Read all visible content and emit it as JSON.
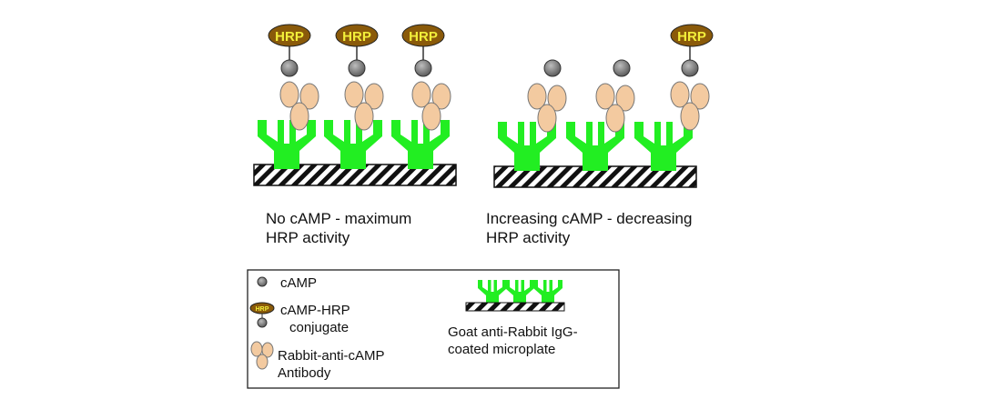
{
  "labels": {
    "hrp": "HRP"
  },
  "captions": {
    "left": [
      "No cAMP - maximum",
      "HRP activity"
    ],
    "right": [
      "Increasing cAMP - decreasing",
      "HRP activity"
    ]
  },
  "legend": {
    "camp": "cAMP",
    "conjugate": [
      "cAMP-HRP",
      "conjugate"
    ],
    "antibody": [
      "Rabbit-anti-cAMP",
      "Antibody"
    ],
    "plate": [
      "Goat anti-Rabbit IgG-",
      "coated microplate"
    ]
  },
  "colors": {
    "igg_green": "#22ee22",
    "antibody_fill": "#f3caa0",
    "antibody_stroke": "#666666",
    "camp_fill": "#7a7a7a",
    "hrp_fill": "#8a5a0a",
    "hrp_text": "#f2ef3a"
  }
}
